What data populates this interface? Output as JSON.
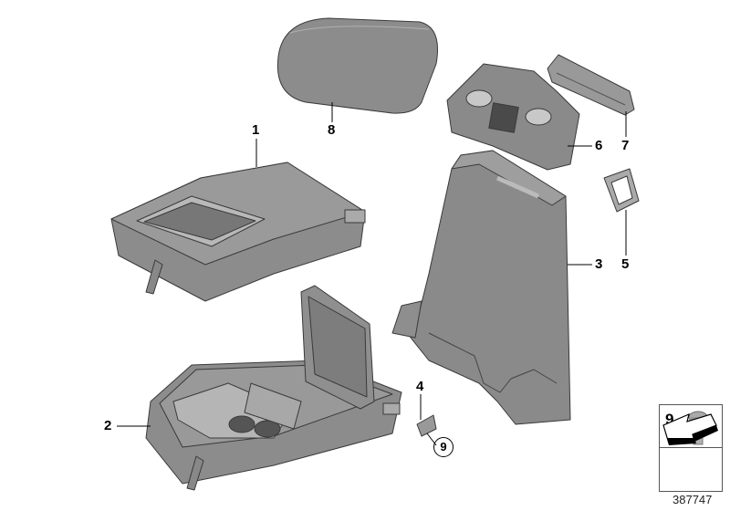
{
  "callouts": [
    {
      "number": "1",
      "part": "armrest-lid"
    },
    {
      "number": "2",
      "part": "armrest-base"
    },
    {
      "number": "3",
      "part": "backrest-cover"
    },
    {
      "number": "4",
      "part": "clip"
    },
    {
      "number": "5",
      "part": "trim-ring"
    },
    {
      "number": "6",
      "part": "cupholder-panel"
    },
    {
      "number": "7",
      "part": "cover-strip"
    },
    {
      "number": "8",
      "part": "cushion-pad"
    }
  ],
  "circled_callout": "9",
  "legend": {
    "part_number": "9",
    "icon": "screw-icon",
    "arrow_icon": "arrow-icon"
  },
  "diagram_id": "387747",
  "colors": {
    "part_fill": "#8c8c8c",
    "part_dark": "#5e5e5e",
    "part_light": "#b5b5b5"
  }
}
